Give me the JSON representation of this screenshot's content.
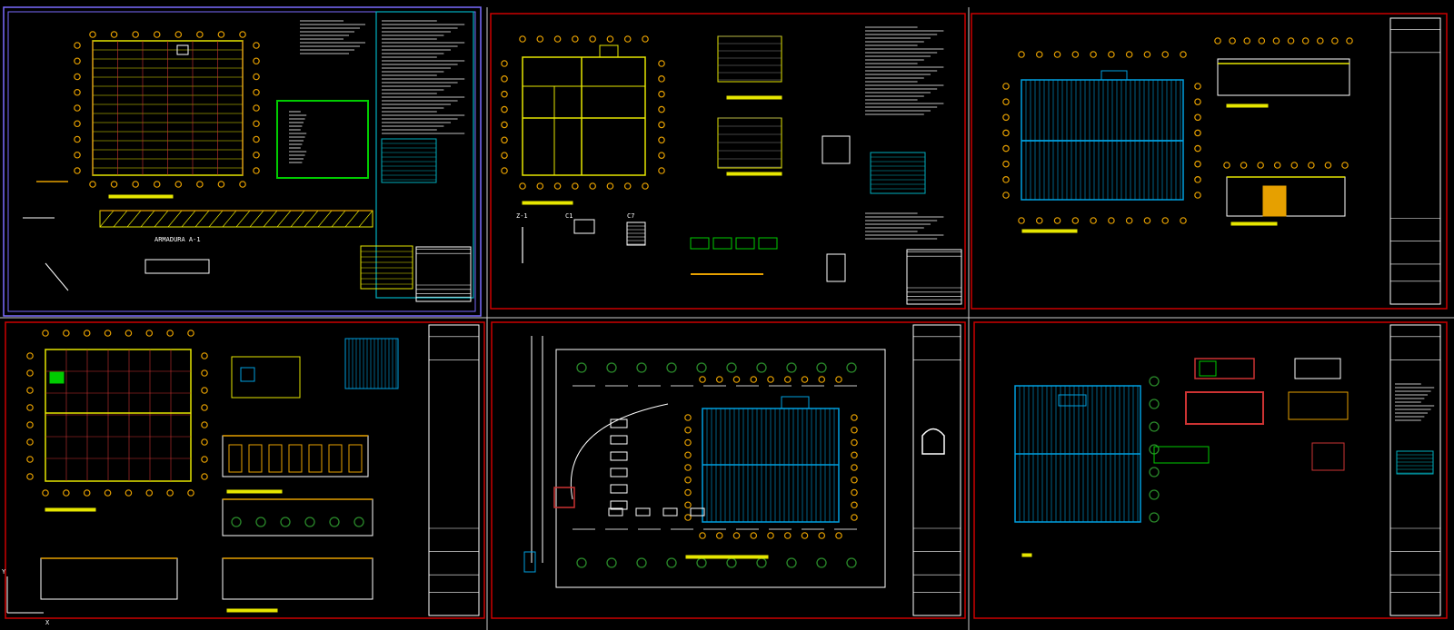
{
  "sheets": [
    {
      "id": "structural-roof",
      "texts": [
        "ARMADURA A-1"
      ]
    },
    {
      "id": "foundation",
      "texts": [
        "Z-1",
        "C1",
        "C7"
      ]
    },
    {
      "id": "roof-plan-sections",
      "texts": []
    },
    {
      "id": "architecture",
      "texts": []
    },
    {
      "id": "site-plan",
      "texts": []
    },
    {
      "id": "sanitary",
      "texts": []
    }
  ],
  "ucs": {
    "y_label": "Y",
    "x_label": "X"
  },
  "colors": {
    "background": "#000000",
    "sheet_border": "#cc0000",
    "active_border": "#7a6cff",
    "structure": "#e6e600",
    "grid_bubble": "#e6a000",
    "dimension": "#cc3333",
    "roof_panel": "#00a0e0",
    "notes_panel": "#00b0c0",
    "detail_box": "#00cc00",
    "tree": "#2a8a2a"
  }
}
